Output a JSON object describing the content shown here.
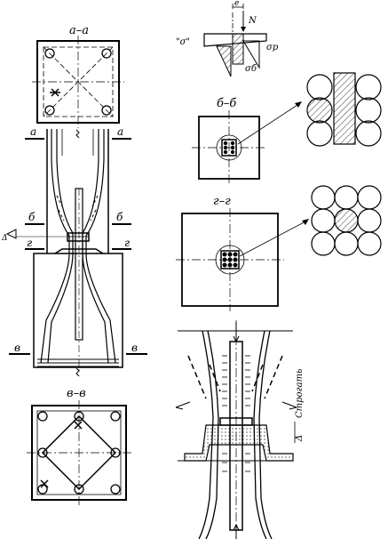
{
  "sections": {
    "aa": "а–а",
    "bb": "б–б",
    "vv": "в–в",
    "gg": "г–г"
  },
  "cut_marks": {
    "a": "а",
    "b": "б",
    "g": "г",
    "v": "в"
  },
  "force": {
    "eccentricity": "e",
    "axial": "N",
    "zone": "\"σ\"",
    "stress_p": "σр",
    "stress_b": "σб"
  },
  "detail": {
    "strogat": "Строгать",
    "delta": "Δ"
  },
  "colors": {
    "ink": "#000000",
    "hatch": "#000000"
  }
}
